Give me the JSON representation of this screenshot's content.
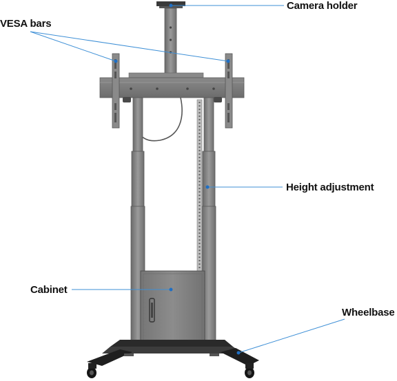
{
  "labels": {
    "camera_holder": "Camera holder",
    "vesa_bars": "VESA bars",
    "height_adjustment": "Height adjustment",
    "cabinet": "Cabinet",
    "wheelbase": "Wheelbase"
  },
  "colors": {
    "callout_line": "#3d8fd6",
    "callout_dot": "#1f6fc4",
    "frame_metal": "#7d7d7d",
    "frame_dark": "#5f5f5f",
    "base_black": "#1f1f1f",
    "label_text": "#111111"
  }
}
